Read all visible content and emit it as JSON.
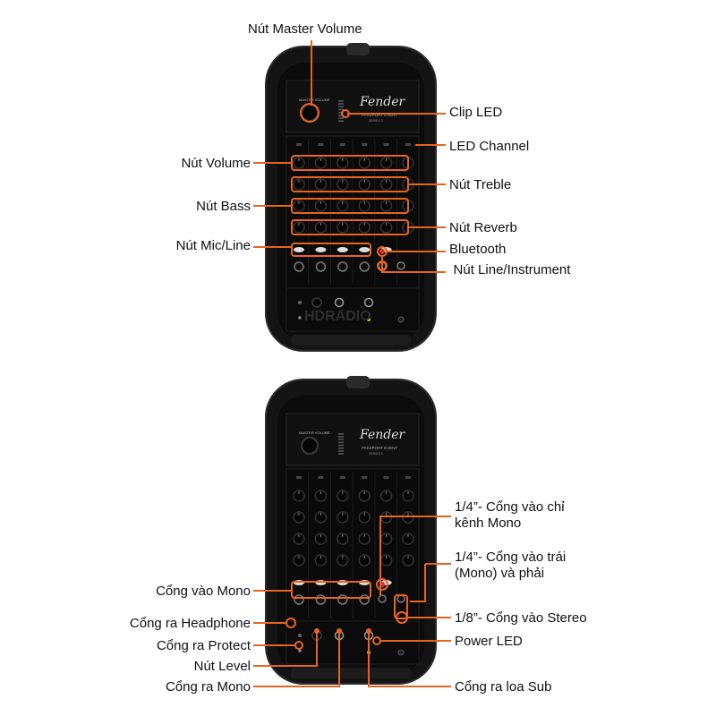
{
  "brand": {
    "logo": "Fender",
    "model": "PASSPORT EVENT",
    "series": "SERIES 2",
    "watermark": "HDRADIO"
  },
  "accent_color": "#e8641e",
  "unit_top": {
    "labels": {
      "master_volume": "Nút Master Volume",
      "clip_led": "Clip LED",
      "led_channel": "LED Channel",
      "volume": "Nút Volume",
      "treble": "Nút Treble",
      "bass": "Nút Bass",
      "reverb": "Nút Reverb",
      "mic_line": "Nút Mic/Line",
      "bluetooth": "Bluetooth",
      "line_instrument": "Nút Line/Instrument"
    }
  },
  "unit_bottom": {
    "labels": {
      "input_mono_only": "1/4”- Cổng vào chỉ kênh Mono",
      "input_left_right": "1/4”- Cổng vào trái (Mono) và phải",
      "mono_input": "Cổng vào Mono",
      "stereo_input": "1/8”- Cổng vào Stereo",
      "headphone_out": "Cổng ra Headphone",
      "power_led": "Power LED",
      "protect_out": "Cổng ra Protect",
      "level_knob": "Nút Level",
      "mono_out": "Cổng ra Mono",
      "sub_out": "Cổng ra loa Sub"
    }
  }
}
